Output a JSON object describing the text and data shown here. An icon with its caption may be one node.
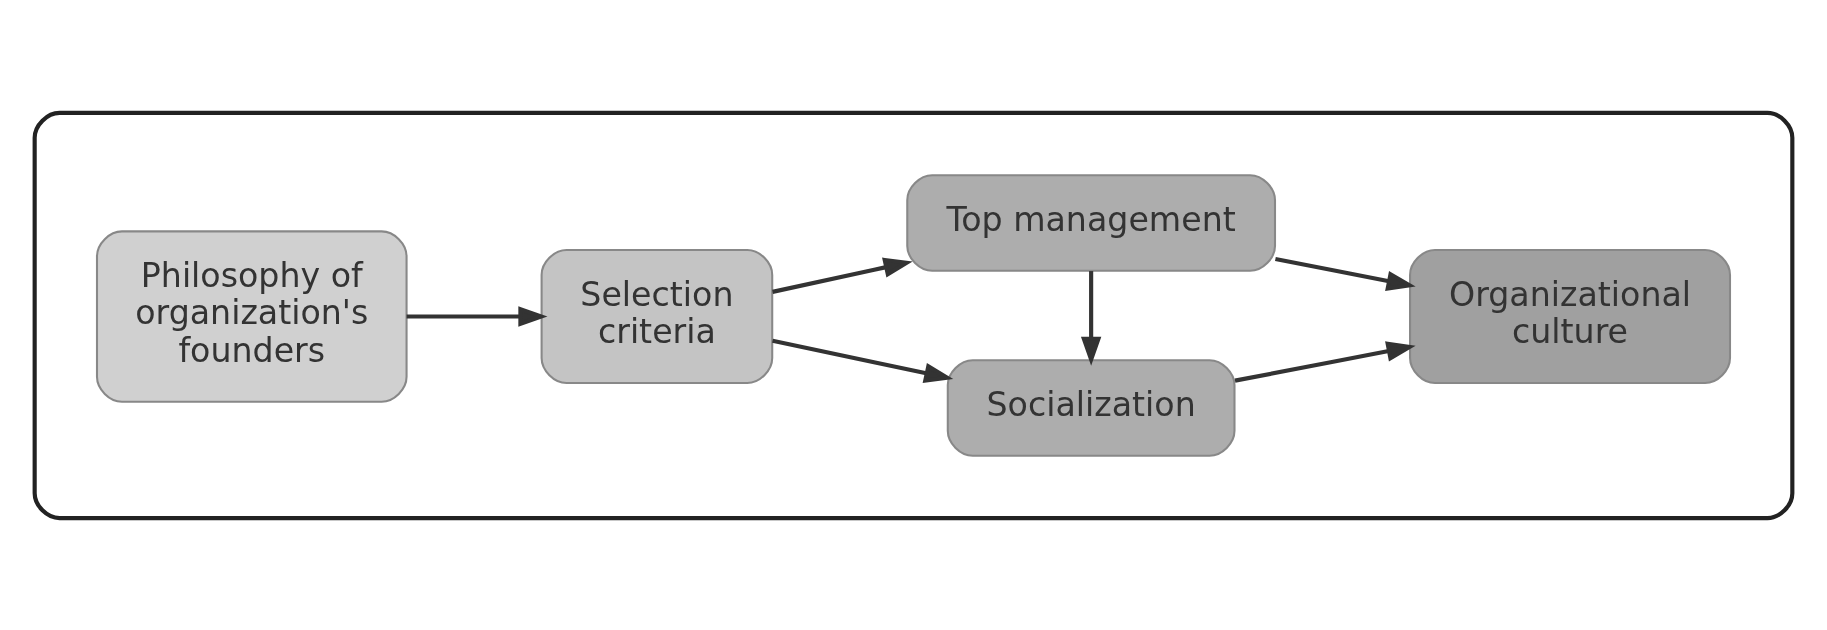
{
  "diagram": {
    "nodes": [
      {
        "text": [],
        "shape": "box"
      },
      {
        "text": [
          "Philosophy of organization's founders"
        ],
        "in": 0
      },
      {
        "text": [
          "Selection criteria"
        ],
        "in": 0
      },
      {
        "text": [
          "Top management"
        ],
        "in": 0
      },
      {
        "text": [
          "Socialization"
        ],
        "in": 0
      },
      {
        "text": [
          "Organizational culture"
        ],
        "in": 0
      }
    ],
    "edges": [
      {
        "from": 1,
        "to": 2,
        "arrow": "to"
      },
      {
        "from": 2,
        "to": 3,
        "arrow": "to"
      },
      {
        "from": 2,
        "to": 4,
        "arrow": "to"
      },
      {
        "from": 3,
        "to": 4,
        "arrow": "to"
      },
      {
        "from": 3,
        "to": 5,
        "arrow": "to"
      },
      {
        "from": 4,
        "to": 5,
        "arrow": "to"
      }
    ]
  }
}
